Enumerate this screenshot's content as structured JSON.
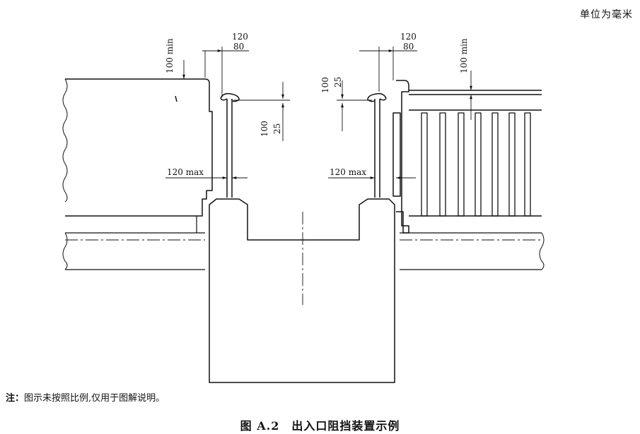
{
  "header": {
    "unit_label": "单位为毫米"
  },
  "dimensions": {
    "left": {
      "width_outer": "120",
      "width_inner": "80",
      "clearance_min": "100 min",
      "height_top": "100",
      "height_inner": "25",
      "gap_max": "120 max"
    },
    "right": {
      "width_outer": "120",
      "width_inner": "80",
      "clearance_min": "100 min",
      "height_top": "100",
      "height_inner": "25",
      "gap_max": "120 max"
    }
  },
  "note": {
    "prefix": "注：",
    "text": "图示未按照比例,仅用于图解说明。"
  },
  "caption": {
    "text": "图 A.2　出入口阻挡装置示例"
  },
  "colors": {
    "line": "#111111",
    "background": "#ffffff"
  }
}
